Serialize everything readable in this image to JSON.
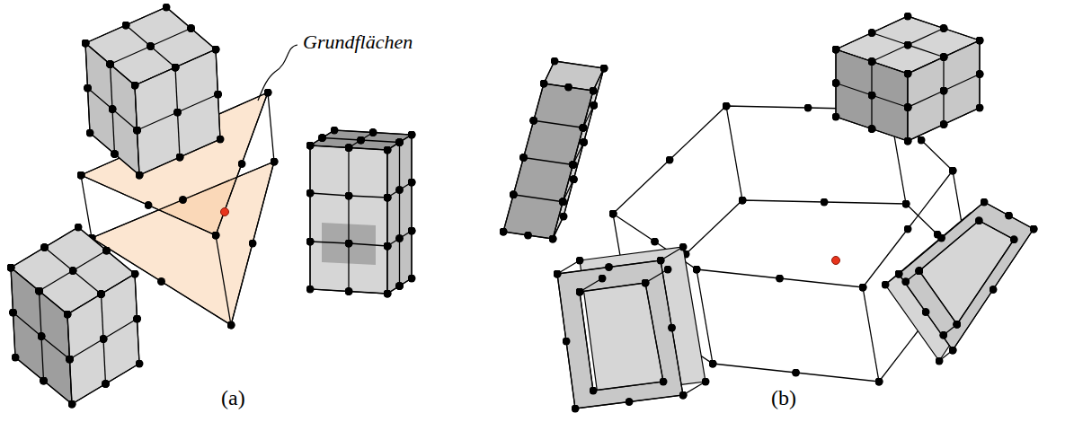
{
  "diagram": {
    "labels": [
      "Grundflächen",
      "(a)",
      "(b)"
    ]
  }
}
